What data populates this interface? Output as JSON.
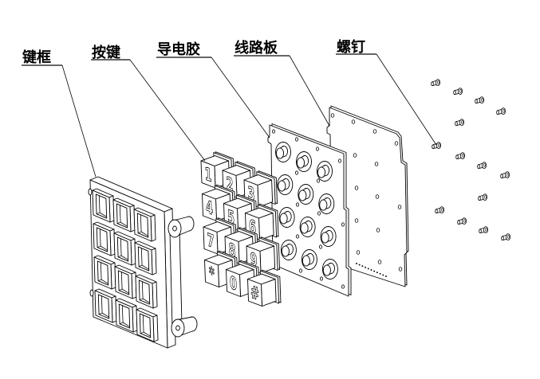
{
  "diagram": {
    "callouts": {
      "key_frame": "键框",
      "keys": "按键",
      "conductive_rubber": "导电胶",
      "circuit_board": "线路板",
      "screws": "螺钉"
    },
    "key_frame": {
      "opening_rows": 4,
      "opening_cols": 3,
      "mounting_lugs": 2
    },
    "keypad": {
      "rows": 4,
      "cols": 3,
      "legends": [
        "1",
        "2",
        "3",
        "4",
        "5",
        "6",
        "7",
        "8",
        "9",
        "*",
        "0",
        "#"
      ]
    },
    "conductive_rubber": {
      "dome_rows": 4,
      "dome_cols": 3,
      "holes": 14
    },
    "circuit_board": {
      "mounting_holes": 14,
      "contact_pads": 11
    },
    "screws": {
      "count": 14
    },
    "colors": {
      "line": "#000000",
      "background": "#ffffff"
    }
  }
}
